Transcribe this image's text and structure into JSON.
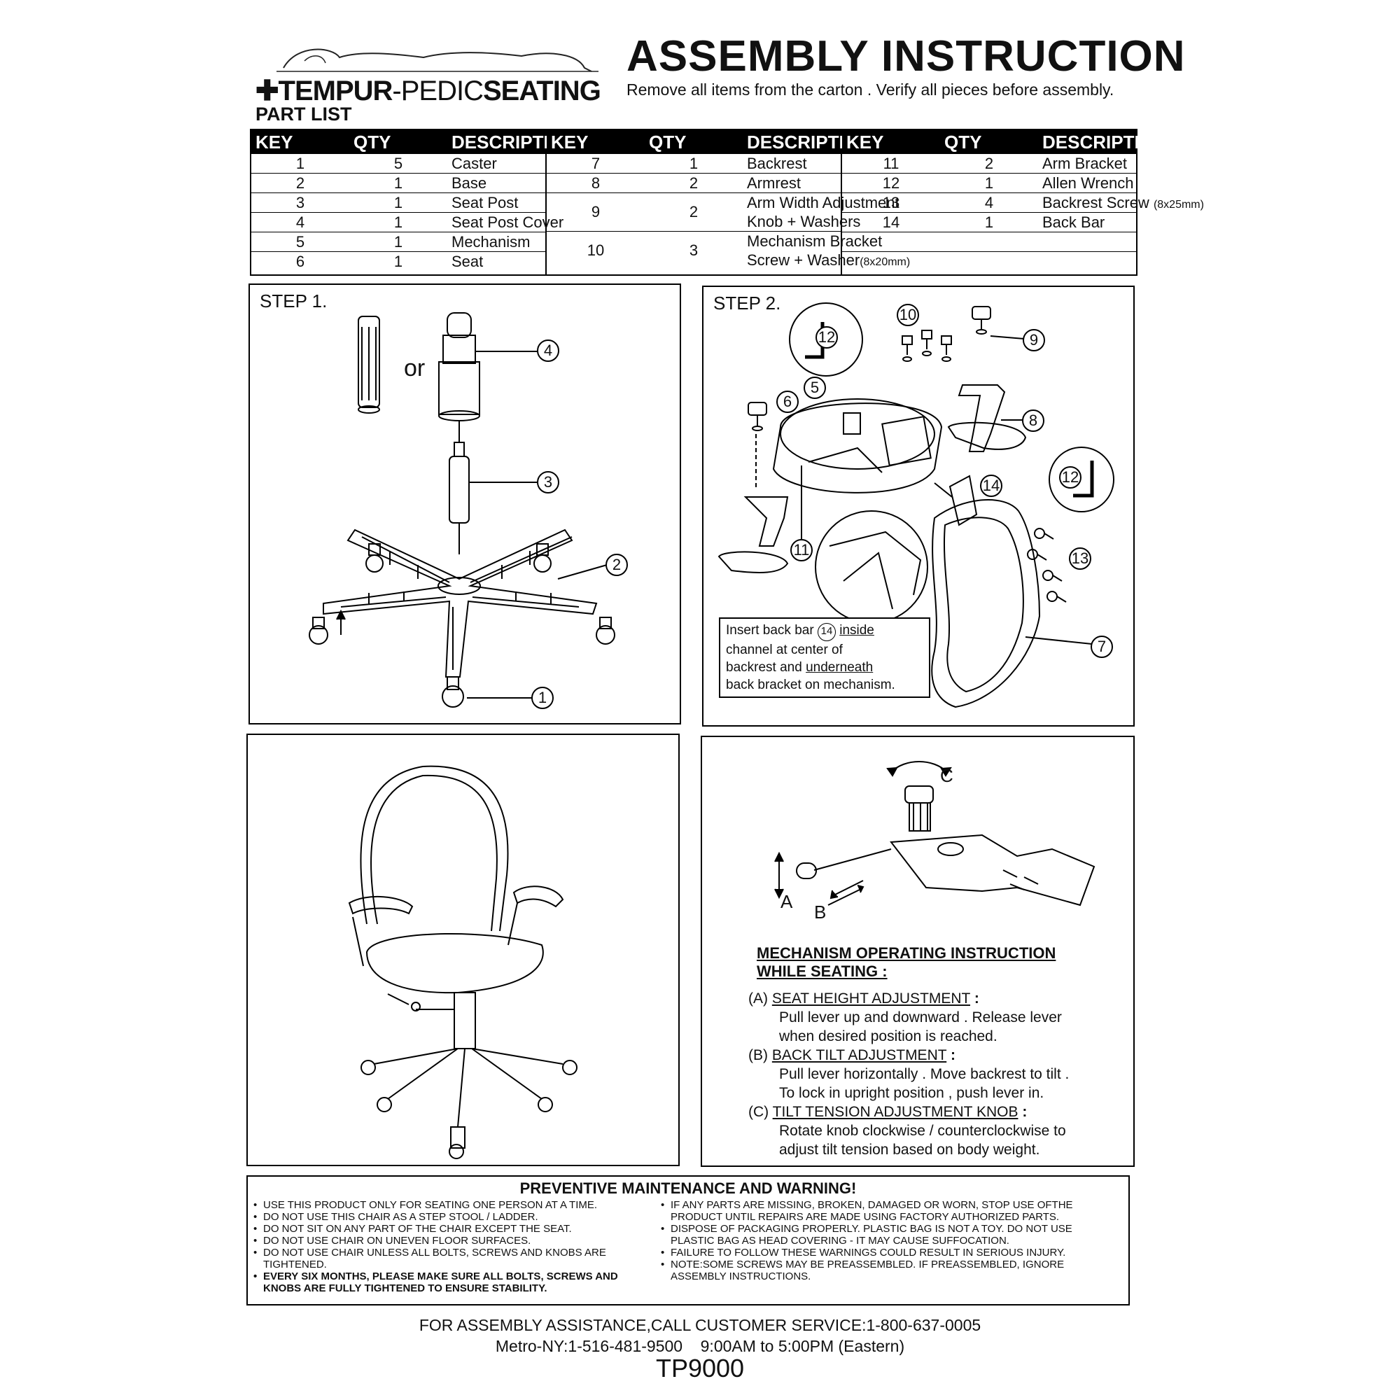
{
  "header": {
    "logo_text_bold": "TEMPUR",
    "logo_text_light": "-PEDIC",
    "logo_text_tail": "SEATING",
    "title": "ASSEMBLY  INSTRUCTION",
    "subtitle": "Remove all items from the carton . Verify all pieces before assembly.",
    "part_list_label": "PART LIST"
  },
  "parts_table": {
    "headers": [
      "KEY",
      "QTY",
      "DESCRIPTION"
    ],
    "columns": [
      [
        {
          "key": "1",
          "qty": "5",
          "desc": "Caster"
        },
        {
          "key": "2",
          "qty": "1",
          "desc": "Base"
        },
        {
          "key": "3",
          "qty": "1",
          "desc": "Seat Post"
        },
        {
          "key": "4",
          "qty": "1",
          "desc": "Seat Post Cover"
        },
        {
          "key": "5",
          "qty": "1",
          "desc": "Mechanism"
        },
        {
          "key": "6",
          "qty": "1",
          "desc": "Seat"
        }
      ],
      [
        {
          "key": "7",
          "qty": "1",
          "desc": "Backrest"
        },
        {
          "key": "8",
          "qty": "2",
          "desc": "Armrest"
        },
        {
          "key": "9",
          "qty": "2",
          "desc": "Arm Width Adjustment",
          "desc2": "Knob + Washers"
        },
        {
          "key": "10",
          "qty": "3",
          "desc": "Mechanism Bracket",
          "desc2": "Screw + Washer",
          "desc2_small": "(8x20mm)"
        }
      ],
      [
        {
          "key": "11",
          "qty": "2",
          "desc": "Arm Bracket"
        },
        {
          "key": "12",
          "qty": "1",
          "desc": "Allen Wrench"
        },
        {
          "key": "13",
          "qty": "4",
          "desc": "Backrest Screw",
          "small": "(8x25mm)"
        },
        {
          "key": "14",
          "qty": "1",
          "desc": "Back Bar"
        }
      ]
    ]
  },
  "step1": {
    "label": "STEP 1.",
    "or_text": "or",
    "callouts": [
      "4",
      "3",
      "2",
      "1"
    ]
  },
  "step2": {
    "label": "STEP 2.",
    "callouts": [
      "12",
      "10",
      "9",
      "5",
      "6",
      "8",
      "14",
      "12",
      "13",
      "11",
      "7"
    ],
    "note": {
      "line1_pre": "Insert back bar",
      "line1_num": "14",
      "line1_u": "inside",
      "line2": "channel at center of",
      "line3_pre": "backrest and",
      "line3_u": "underneath",
      "line4": "back bracket on mechanism."
    }
  },
  "mechanism": {
    "letters": [
      "C",
      "A",
      "B"
    ],
    "title1": "MECHANISM OPERATING INSTRUCTION",
    "title2": "WHILE SEATING :",
    "items": [
      {
        "tag": "(A)",
        "label": "SEAT HEIGHT ADJUSTMENT",
        "colon": ":",
        "lines": [
          "Pull lever up and downward . Release lever",
          "when desired position is reached."
        ]
      },
      {
        "tag": "(B)",
        "label": "BACK TILT ADJUSTMENT",
        "colon": ":",
        "lines": [
          "Pull lever horizontally . Move backrest to tilt .",
          "To lock in upright position , push lever in."
        ]
      },
      {
        "tag": "(C)",
        "label": "TILT TENSION ADJUSTMENT KNOB",
        "colon": ":",
        "lines": [
          "Rotate knob clockwise / counterclockwise to",
          "adjust tilt tension based on body weight."
        ]
      }
    ]
  },
  "warnings": {
    "title": "PREVENTIVE MAINTENANCE AND WARNING!",
    "left": [
      {
        "text": "USE THIS PRODUCT ONLY FOR SEATING ONE PERSON AT A TIME.",
        "bold": false
      },
      {
        "text": "DO NOT USE THIS CHAIR AS A STEP STOOL / LADDER.",
        "bold": false
      },
      {
        "text": "DO NOT SIT ON ANY PART OF THE CHAIR EXCEPT THE SEAT.",
        "bold": false
      },
      {
        "text": "DO NOT USE CHAIR ON UNEVEN FLOOR SURFACES.",
        "bold": false
      },
      {
        "text": "DO NOT USE CHAIR UNLESS ALL BOLTS, SCREWS AND KNOBS ARE TIGHTENED.",
        "bold": false
      },
      {
        "text": "EVERY SIX MONTHS, PLEASE  MAKE SURE ALL BOLTS, SCREWS AND KNOBS ARE FULLY TIGHTENED TO ENSURE STABILITY.",
        "bold": true
      }
    ],
    "right": [
      {
        "text": "IF ANY PARTS ARE MISSING, BROKEN, DAMAGED OR WORN, STOP USE OFTHE PRODUCT UNTIL REPAIRS ARE MADE USING FACTORY AUTHORIZED PARTS."
      },
      {
        "text": "DISPOSE OF PACKAGING PROPERLY. PLASTIC BAG IS NOT A TOY. DO NOT USE PLASTIC BAG AS HEAD COVERING - IT MAY CAUSE SUFFOCATION."
      },
      {
        "text": "FAILURE TO FOLLOW THESE WARNINGS COULD RESULT IN SERIOUS INJURY."
      },
      {
        "text": "NOTE:SOME SCREWS MAY BE PREASSEMBLED. IF PREASSEMBLED, IGNORE ASSEMBLY INSTRUCTIONS."
      }
    ]
  },
  "footer": {
    "line1": "FOR ASSEMBLY ASSISTANCE,CALL CUSTOMER SERVICE:1-800-637-0005",
    "line2": "Metro-NY:1-516-481-9500    9:00AM to 5:00PM (Eastern)",
    "model": "TP9000"
  }
}
